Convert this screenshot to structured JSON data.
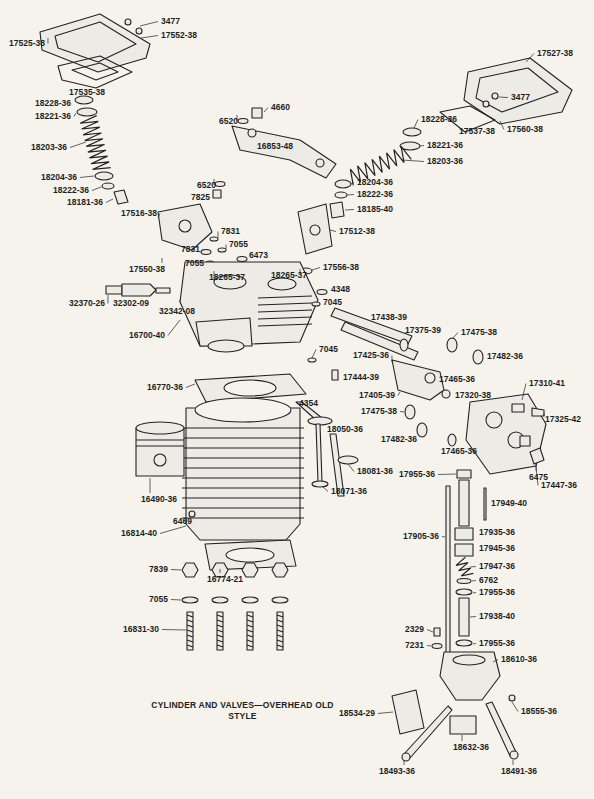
{
  "diagram": {
    "caption": "CYLINDER AND VALVES—OVERHEAD OLD STYLE",
    "labels": [
      "3477",
      "17552-38",
      "17525-38",
      "17535-38",
      "18228-36",
      "18221-36",
      "18203-36",
      "18204-36",
      "18222-36",
      "18181-36",
      "4660",
      "6520",
      "16853-48",
      "6520",
      "7825",
      "17527-38",
      "3477",
      "18228-36",
      "17537-38",
      "17560-38",
      "18221-36",
      "18203-36",
      "18204-36",
      "18222-36",
      "18185-40",
      "17516-38",
      "7831",
      "7055",
      "7831",
      "6473",
      "7055",
      "17512-38",
      "17550-38",
      "17556-38",
      "18265-37",
      "18265-37",
      "4348",
      "7045",
      "32370-26",
      "32302-09",
      "32342-08",
      "17438-39",
      "16700-40",
      "17375-39",
      "17475-38",
      "17425-36",
      "17482-36",
      "7045",
      "17444-39",
      "17465-36",
      "16770-36",
      "4354",
      "17405-39",
      "17320-38",
      "17310-41",
      "17325-42",
      "17475-38",
      "18050-36",
      "17482-36",
      "17465-36",
      "6475",
      "18081-36",
      "17447-36",
      "17955-36",
      "18071-36",
      "16490-36",
      "17949-40",
      "6469",
      "16814-40",
      "16774-21",
      "17905-36",
      "17935-36",
      "17945-36",
      "17947-36",
      "6762",
      "7839",
      "17955-36",
      "7055",
      "16831-30",
      "17938-40",
      "17955-36",
      "2329",
      "7231",
      "18610-36",
      "18555-36",
      "18534-29",
      "18632-36",
      "18493-36",
      "18491-36"
    ]
  }
}
